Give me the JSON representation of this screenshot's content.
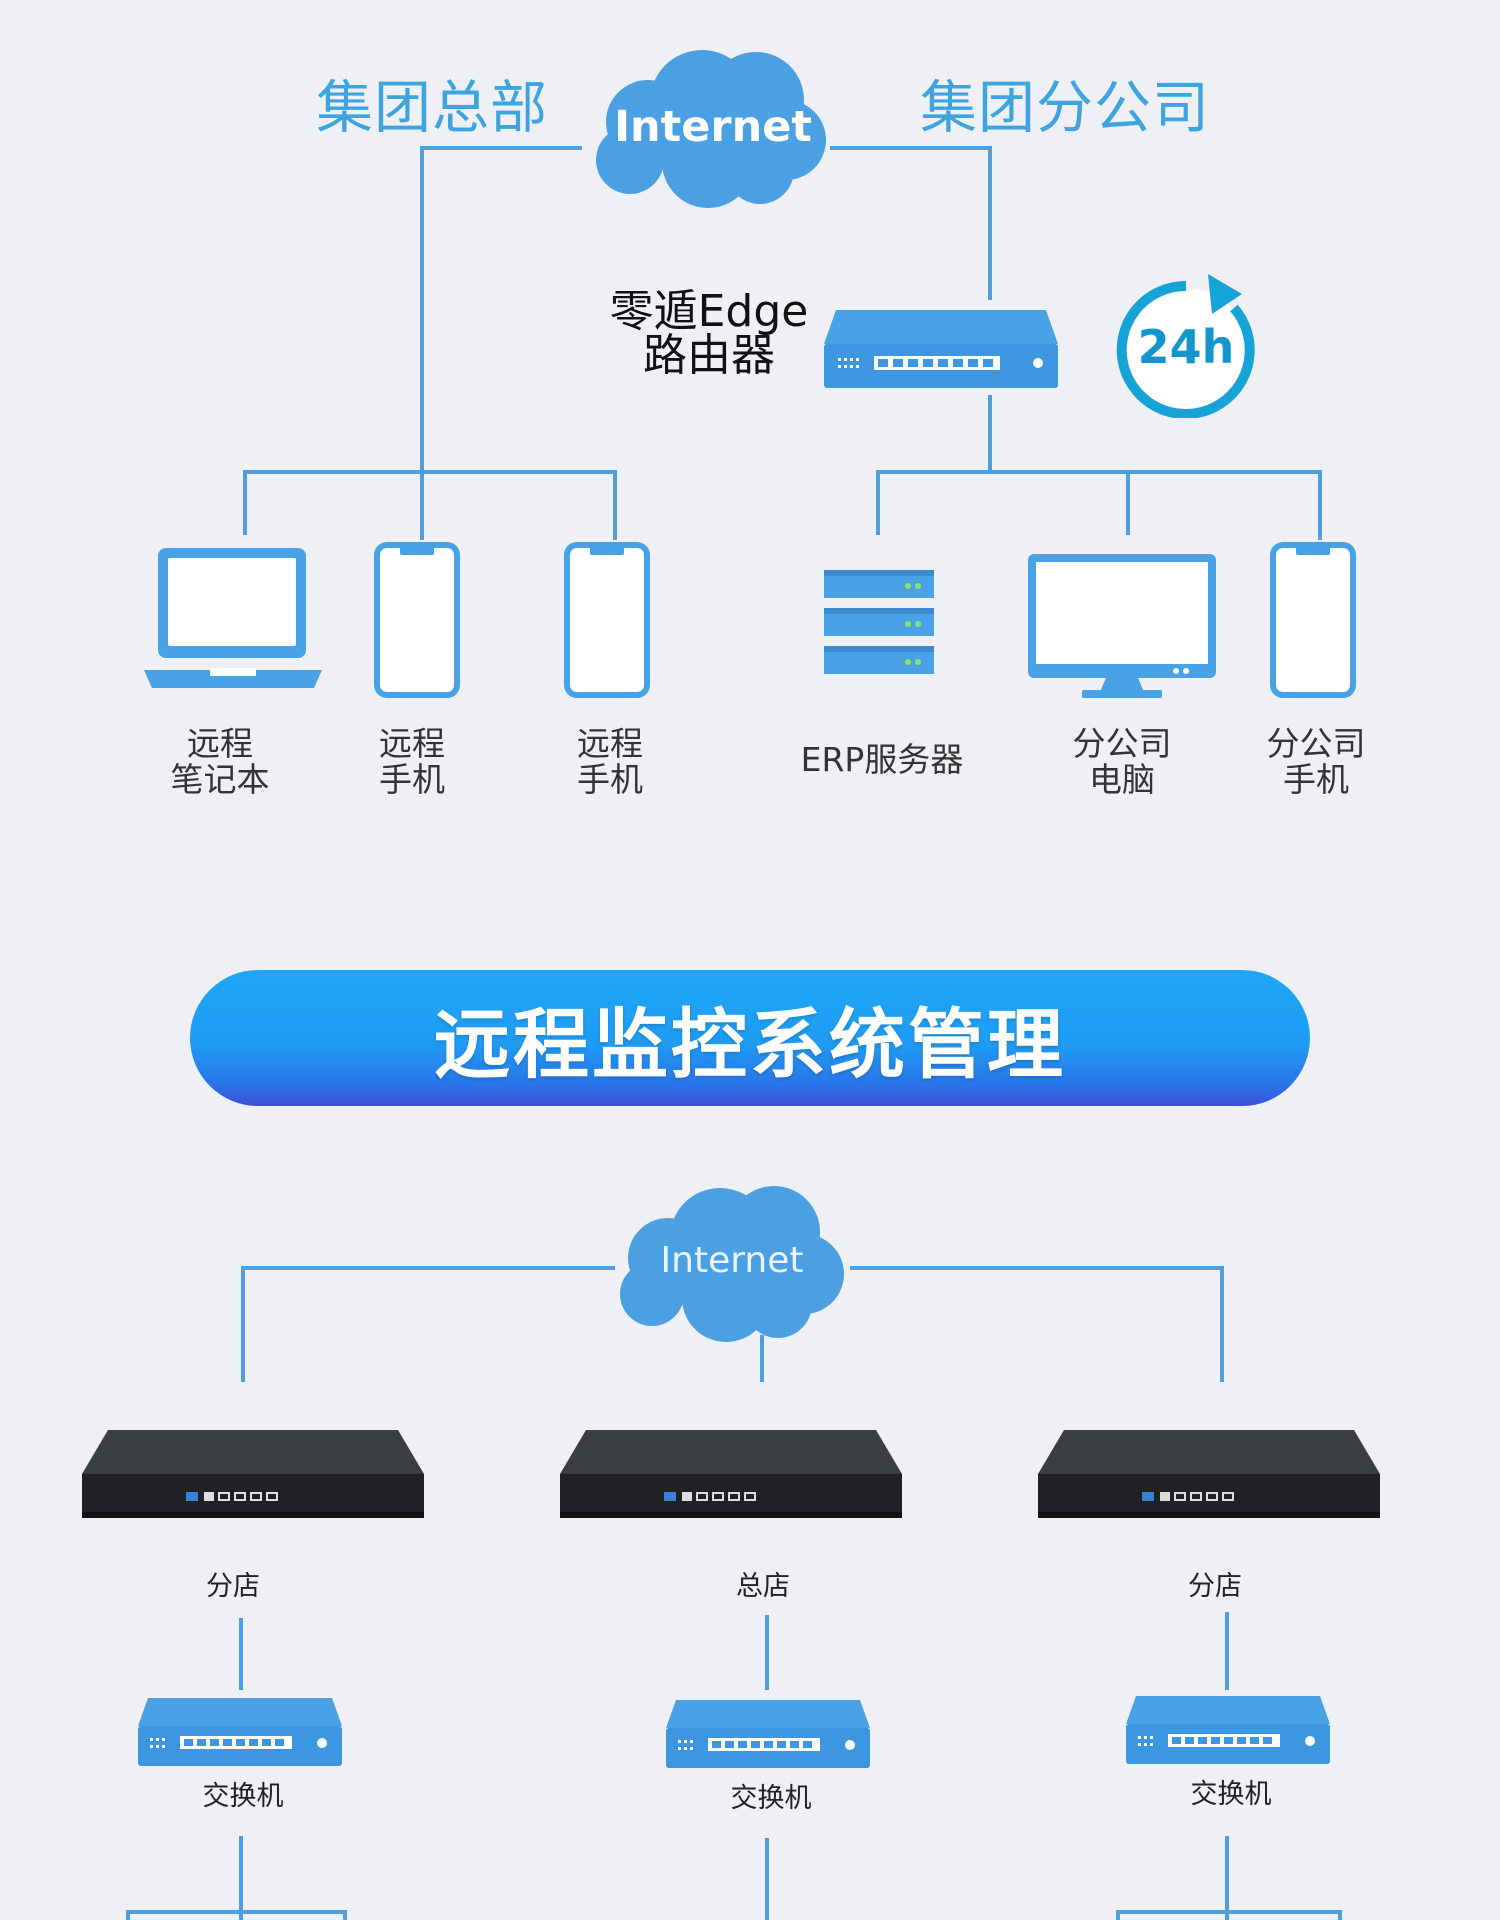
{
  "top_diagram": {
    "hq_title": "集团总部",
    "branch_title": "集团分公司",
    "cloud_label": "Internet",
    "router_label_line1": "零遁Edge",
    "router_label_line2": "路由器",
    "clock_label": "24h",
    "devices": [
      {
        "line1": "远程",
        "line2": "笔记本",
        "icon": "laptop-icon"
      },
      {
        "line1": "远程",
        "line2": "手机",
        "icon": "phone-icon"
      },
      {
        "line1": "远程",
        "line2": "手机",
        "icon": "phone-icon"
      },
      {
        "line1": "ERP服务器",
        "line2": "",
        "icon": "server-icon"
      },
      {
        "line1": "分公司",
        "line2": "电脑",
        "icon": "monitor-icon"
      },
      {
        "line1": "分公司",
        "line2": "手机",
        "icon": "phone-icon"
      }
    ]
  },
  "banner": {
    "title": "远程监控系统管理"
  },
  "bottom_diagram": {
    "cloud_label": "Internet",
    "stores": [
      {
        "label": "分店",
        "switch_label": "交换机"
      },
      {
        "label": "总店",
        "switch_label": "交换机"
      },
      {
        "label": "分店",
        "switch_label": "交换机"
      }
    ]
  },
  "colors": {
    "background": "#eff0f5",
    "line": "#4f9fe0",
    "title_blue": "#3ea4e0",
    "device_blue": "#4aa2e6",
    "cloud_blue": "#4aa0e2",
    "banner_top": "#1ea7f6",
    "banner_bottom": "#3d4fd8"
  }
}
